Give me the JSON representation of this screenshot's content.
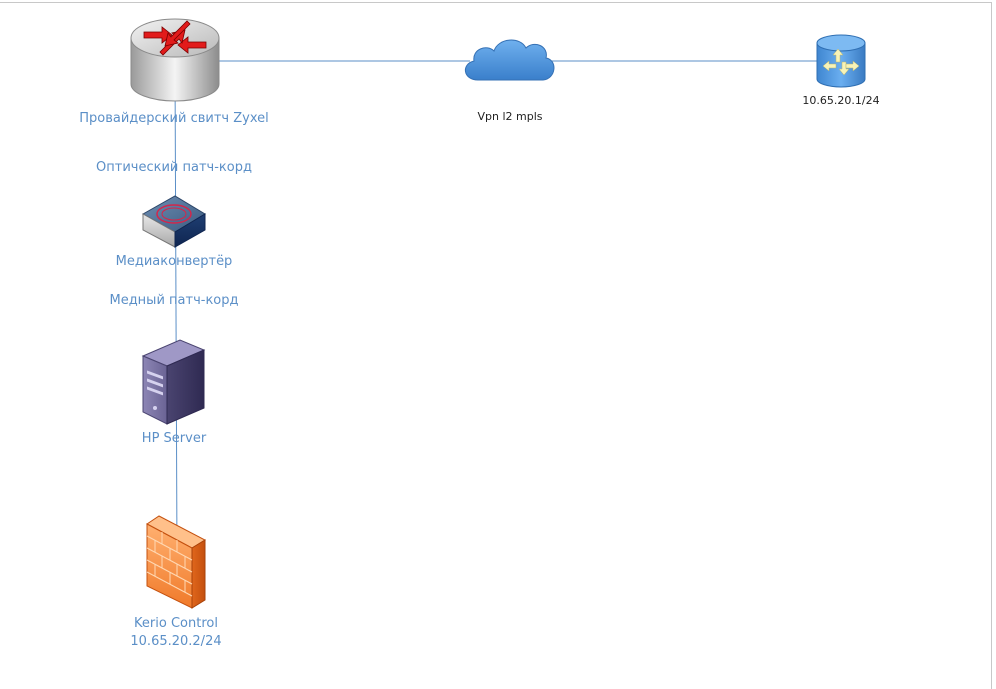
{
  "nodes": {
    "switch": {
      "label": "Провайдерский свитч Zyxel"
    },
    "optical_link": {
      "label": "Оптический патч-корд"
    },
    "media_converter": {
      "label": "Медиаконвертёр"
    },
    "copper_link": {
      "label": "Медный патч-корд"
    },
    "server": {
      "label": "HP Server"
    },
    "firewall": {
      "label": "Kerio Control",
      "ip": "10.65.20.2/24"
    },
    "cloud": {
      "label": "Vpn l2 mpls"
    },
    "remote_router": {
      "label": "10.65.20.1/24"
    }
  },
  "colors": {
    "label_text": "#5b8fc7",
    "link_line": "#5b8fc7",
    "firewall": "#f07a2a",
    "cloud": "#4a90d9",
    "server": "#5a5384"
  },
  "icons": {
    "switch": "router-icon",
    "media_converter": "media-converter-icon",
    "server": "server-tower-icon",
    "firewall": "firewall-icon",
    "cloud": "cloud-icon",
    "remote_router": "router-cylinder-icon"
  }
}
